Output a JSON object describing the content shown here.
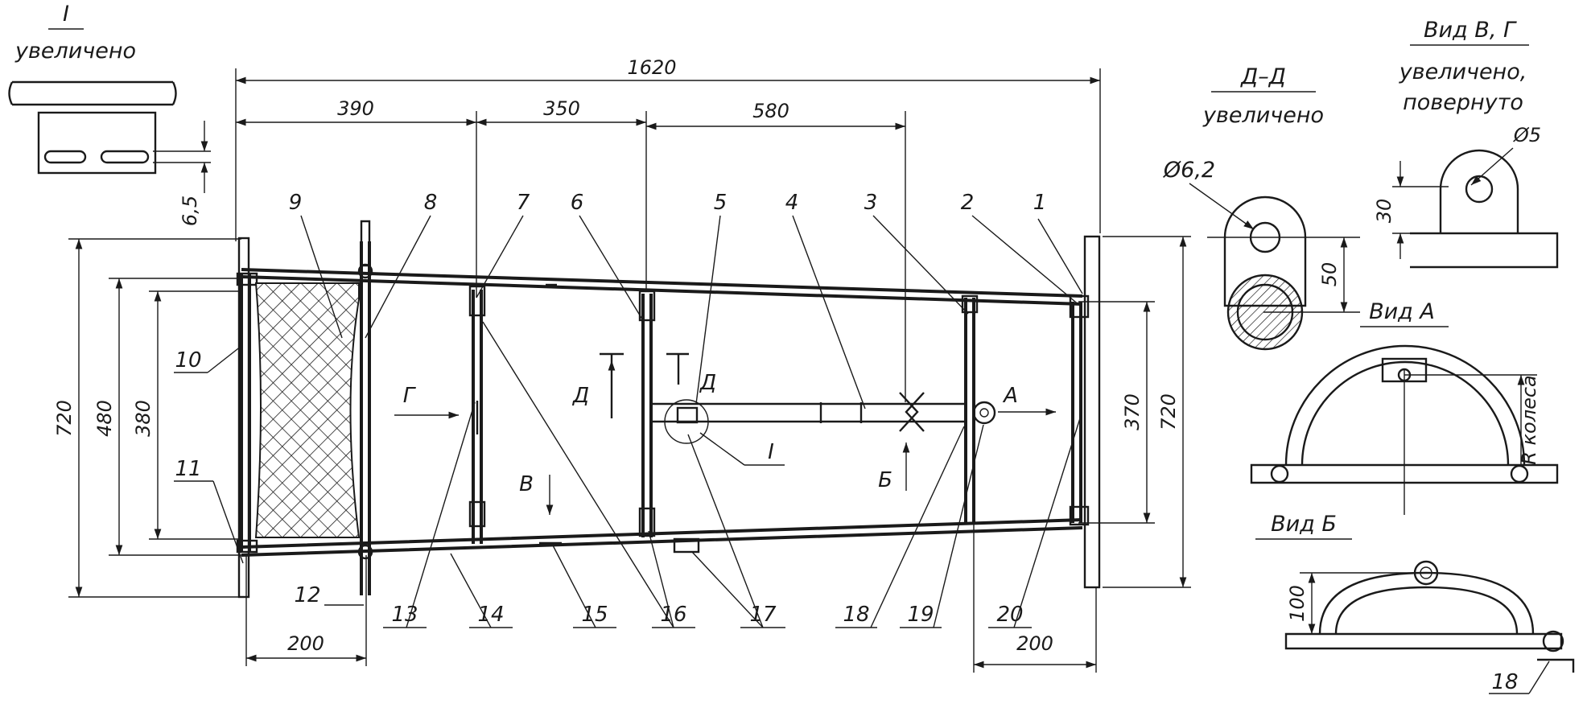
{
  "views": {
    "detail_i": {
      "title": "I",
      "subtitle": "увеличено",
      "dim": "6,5"
    },
    "section_dd": {
      "title": "Д–Д",
      "subtitle": "увеличено",
      "hole": "Ø6,2",
      "height": "50"
    },
    "view_vg": {
      "title": "Вид В, Г",
      "subtitle1": "увеличено,",
      "subtitle2": "повернуто",
      "hole": "Ø5",
      "height": "30"
    },
    "view_a": {
      "title": "Вид А",
      "radius_label": "R колеса"
    },
    "view_b": {
      "title": "Вид Б",
      "height": "100",
      "part": "18"
    }
  },
  "main": {
    "dims": {
      "overall": "1620",
      "d390": "390",
      "d350": "350",
      "d580": "580",
      "left_720": "720",
      "left_480": "480",
      "left_380": "380",
      "right_370": "370",
      "right_720": "720",
      "bottom_left_200": "200",
      "bottom_right_200": "200"
    },
    "view_marks": {
      "g": "Г",
      "v": "В",
      "d1": "Д",
      "d2": "Д",
      "b": "Б",
      "a": "А",
      "i": "I"
    },
    "parts": {
      "p1": "1",
      "p2": "2",
      "p3": "3",
      "p4": "4",
      "p5": "5",
      "p6": "6",
      "p7": "7",
      "p8": "8",
      "p9": "9",
      "p10": "10",
      "p11": "11",
      "p12": "12",
      "p13": "13",
      "p14": "14",
      "p15": "15",
      "p16": "16",
      "p17": "17",
      "p18": "18",
      "p19": "19",
      "p20": "20"
    }
  }
}
